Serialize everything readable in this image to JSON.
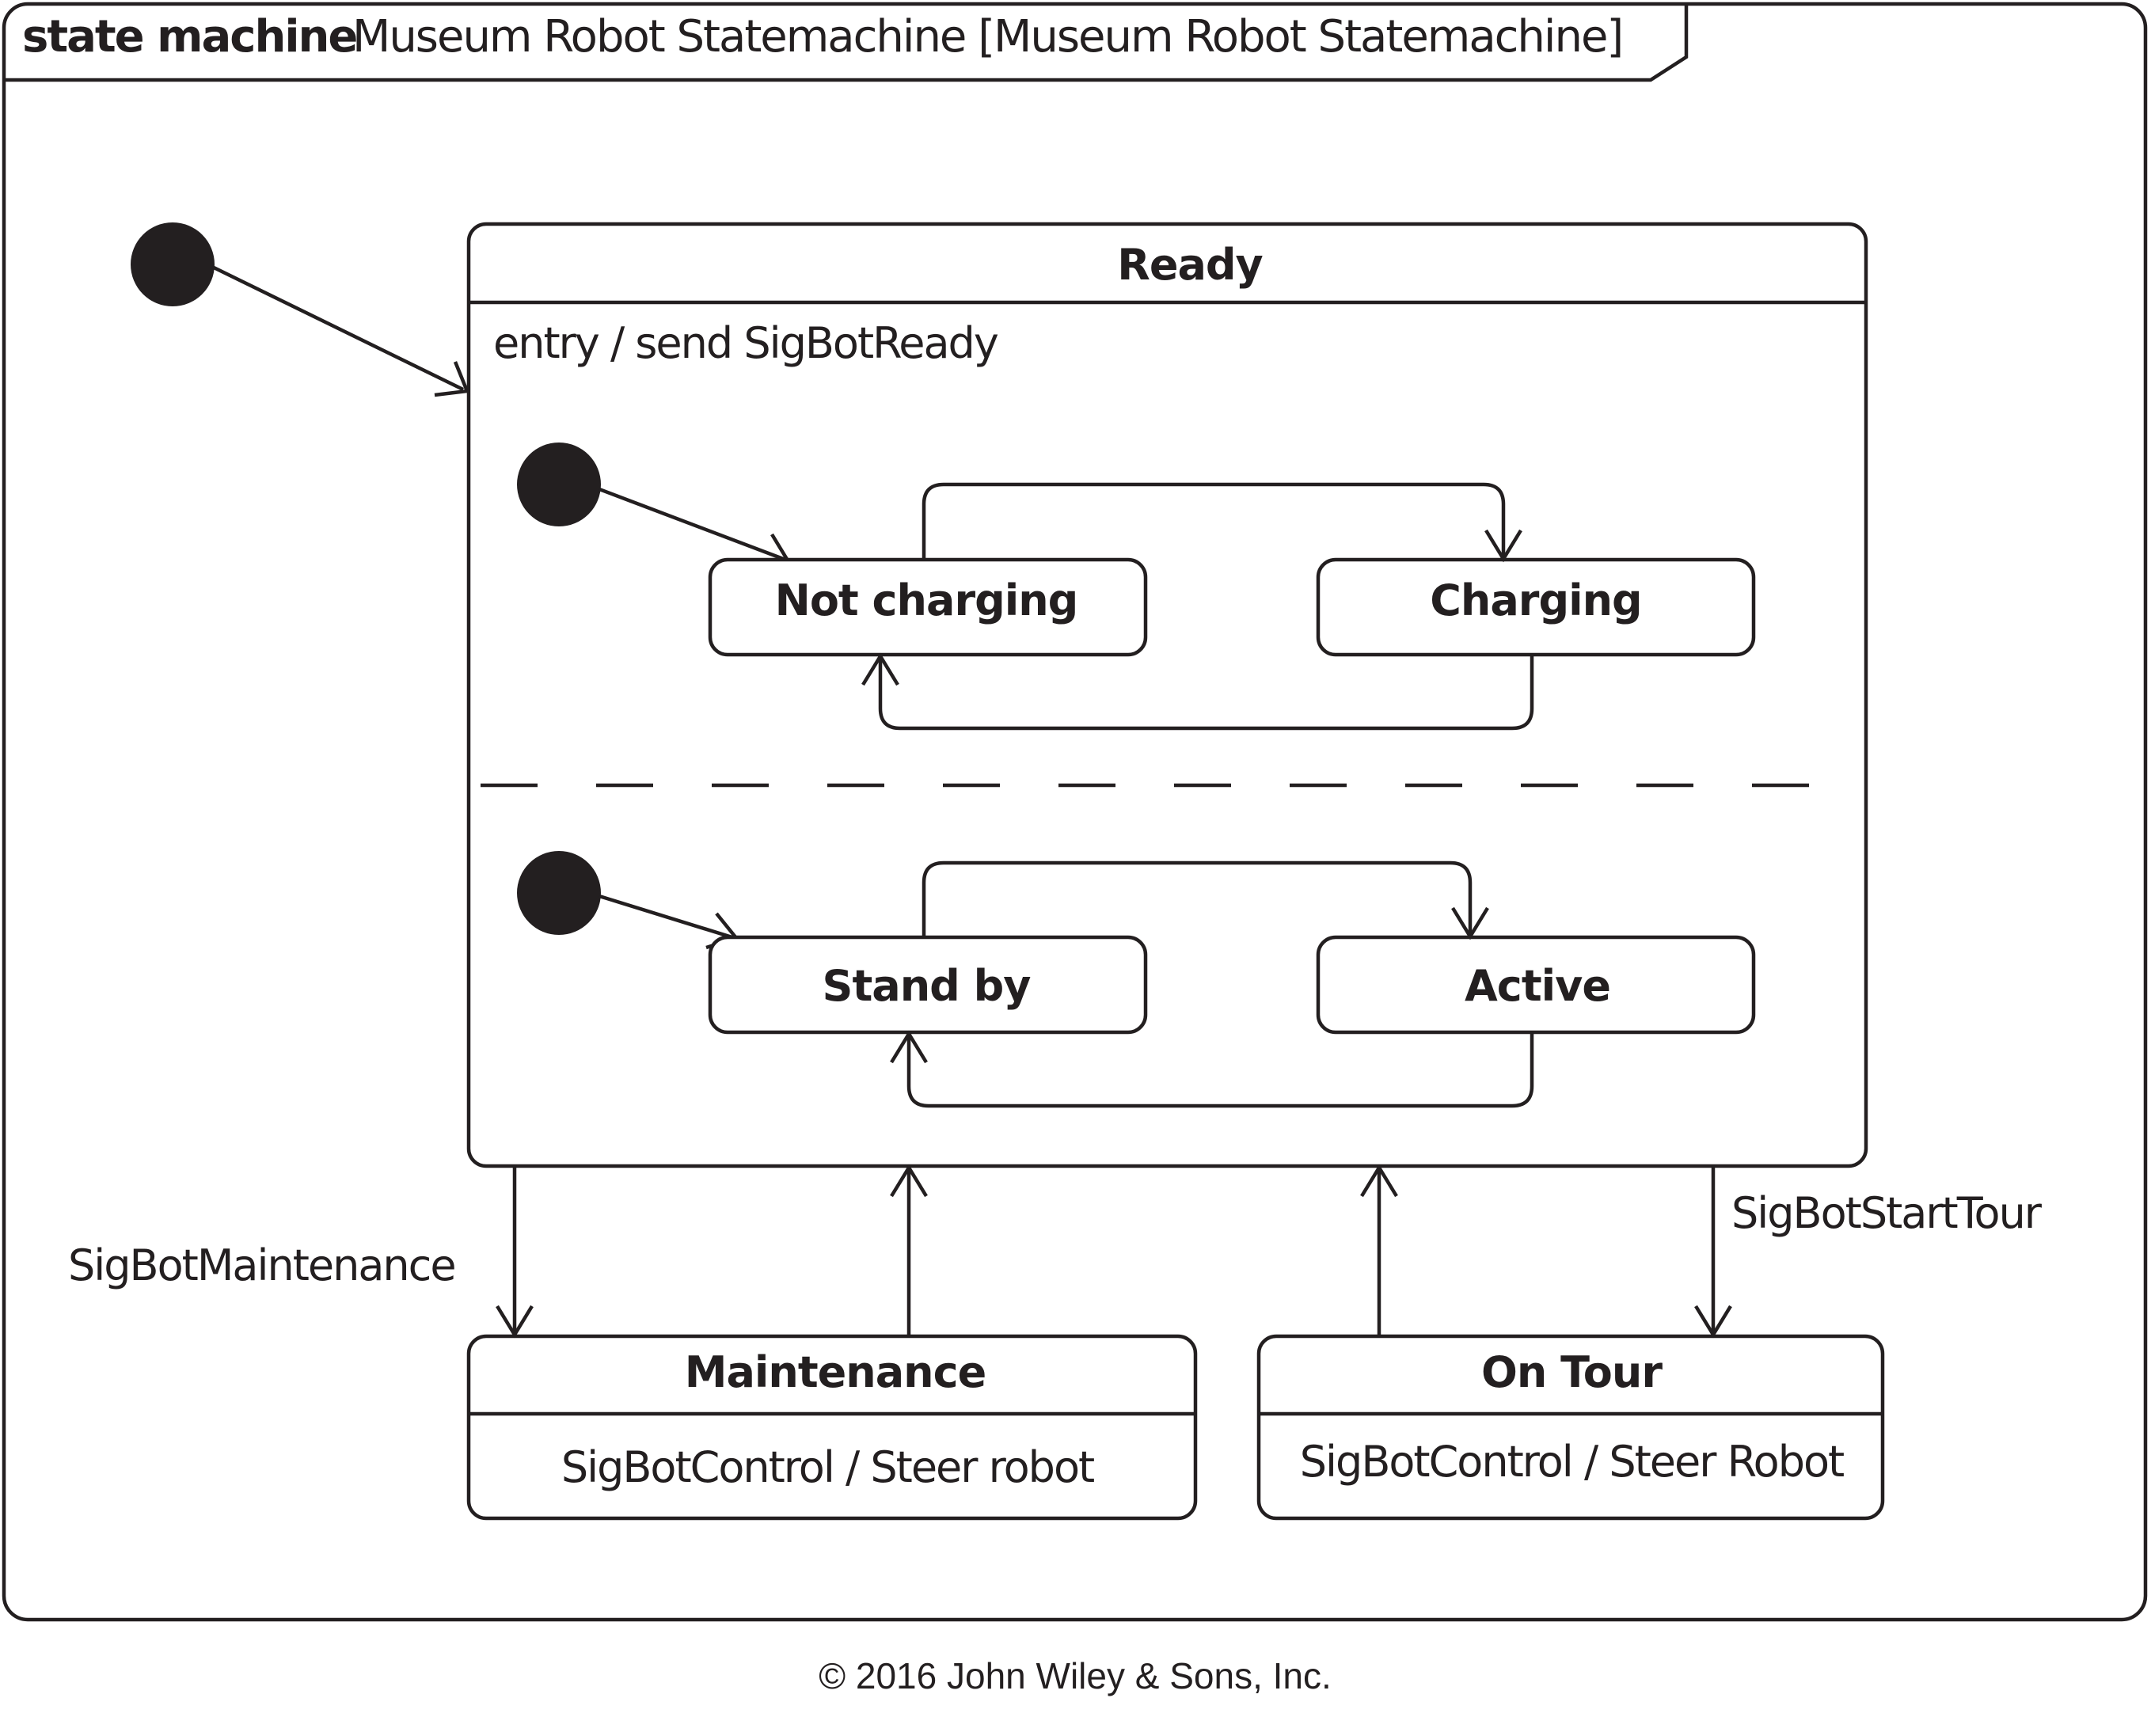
{
  "frame": {
    "keyword": "state machine",
    "name": "Museum Robot Statemachine [Museum Robot Statemachine]"
  },
  "ready": {
    "title": "Ready",
    "entry": "entry / send SigBotReady",
    "region1": {
      "state_a": "Not charging",
      "state_b": "Charging"
    },
    "region2": {
      "state_a": "Stand by",
      "state_b": "Active"
    }
  },
  "maintenance": {
    "title": "Maintenance",
    "activity": "SigBotControl / Steer robot"
  },
  "on_tour": {
    "title": "On Tour",
    "activity": "SigBotControl / Steer Robot"
  },
  "transitions": {
    "to_maintenance": "SigBotMaintenance",
    "to_on_tour": "SigBotStartTour"
  },
  "credit": "© 2016 John Wiley & Sons, Inc.",
  "colors": {
    "ink": "#231f20",
    "background": "#ffffff"
  }
}
